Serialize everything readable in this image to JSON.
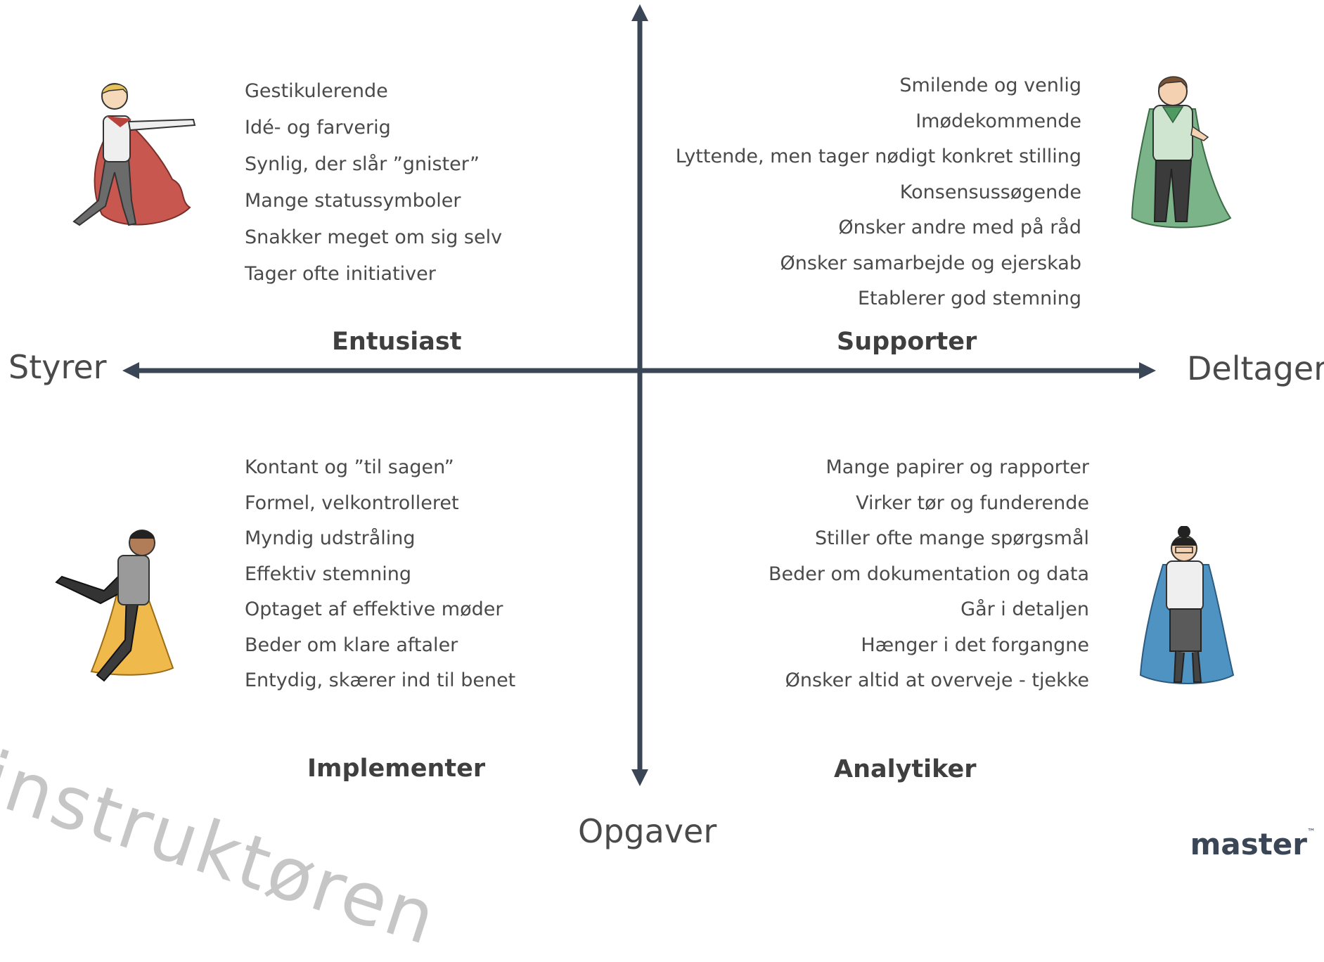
{
  "axes": {
    "left_label": "Styrer",
    "right_label": "Deltager",
    "bottom_label": "Opgaver",
    "color": "#3a4656"
  },
  "quadrants": {
    "top_left": {
      "title": "Entusiast",
      "traits": [
        "Gestikulerende",
        "Idé- og farverig",
        "Synlig, der slår ”gnister”",
        "Mange statussymboler",
        "Snakker meget om sig selv",
        "Tager ofte initiativer"
      ],
      "figure": "hero-figure-red-cape",
      "cape_color": "#c8574f"
    },
    "top_right": {
      "title": "Supporter",
      "traits": [
        "Smilende og venlig",
        "Imødekommende",
        "Lyttende, men tager nødigt konkret stilling",
        "Konsensussøgende",
        "Ønsker andre med på råd",
        "Ønsker samarbejde og ejerskab",
        "Etablerer god stemning"
      ],
      "figure": "hero-figure-green-cape",
      "cape_color": "#6fa77c"
    },
    "bottom_left": {
      "title": "Implementer",
      "traits": [
        "Kontant og ”til sagen”",
        "Formel, velkontrolleret",
        "Myndig udstråling",
        "Effektiv stemning",
        "Optaget af effektive møder",
        "Beder om klare aftaler",
        "Entydig, skærer ind til benet"
      ],
      "figure": "hero-figure-yellow-cape",
      "cape_color": "#f0b94c"
    },
    "bottom_right": {
      "title": "Analytiker",
      "traits": [
        "Mange papirer og rapporter",
        "Virker tør og funderende",
        "Stiller ofte mange spørgsmål",
        "Beder om dokumentation og data",
        "Går i detaljen",
        "Hænger i det forgangne",
        "Ønsker altid at overveje - tjekke"
      ],
      "figure": "hero-figure-blue-cape",
      "cape_color": "#4f93c3"
    }
  },
  "watermark": "instruktøren",
  "brand": "master",
  "brand_mark": "™"
}
